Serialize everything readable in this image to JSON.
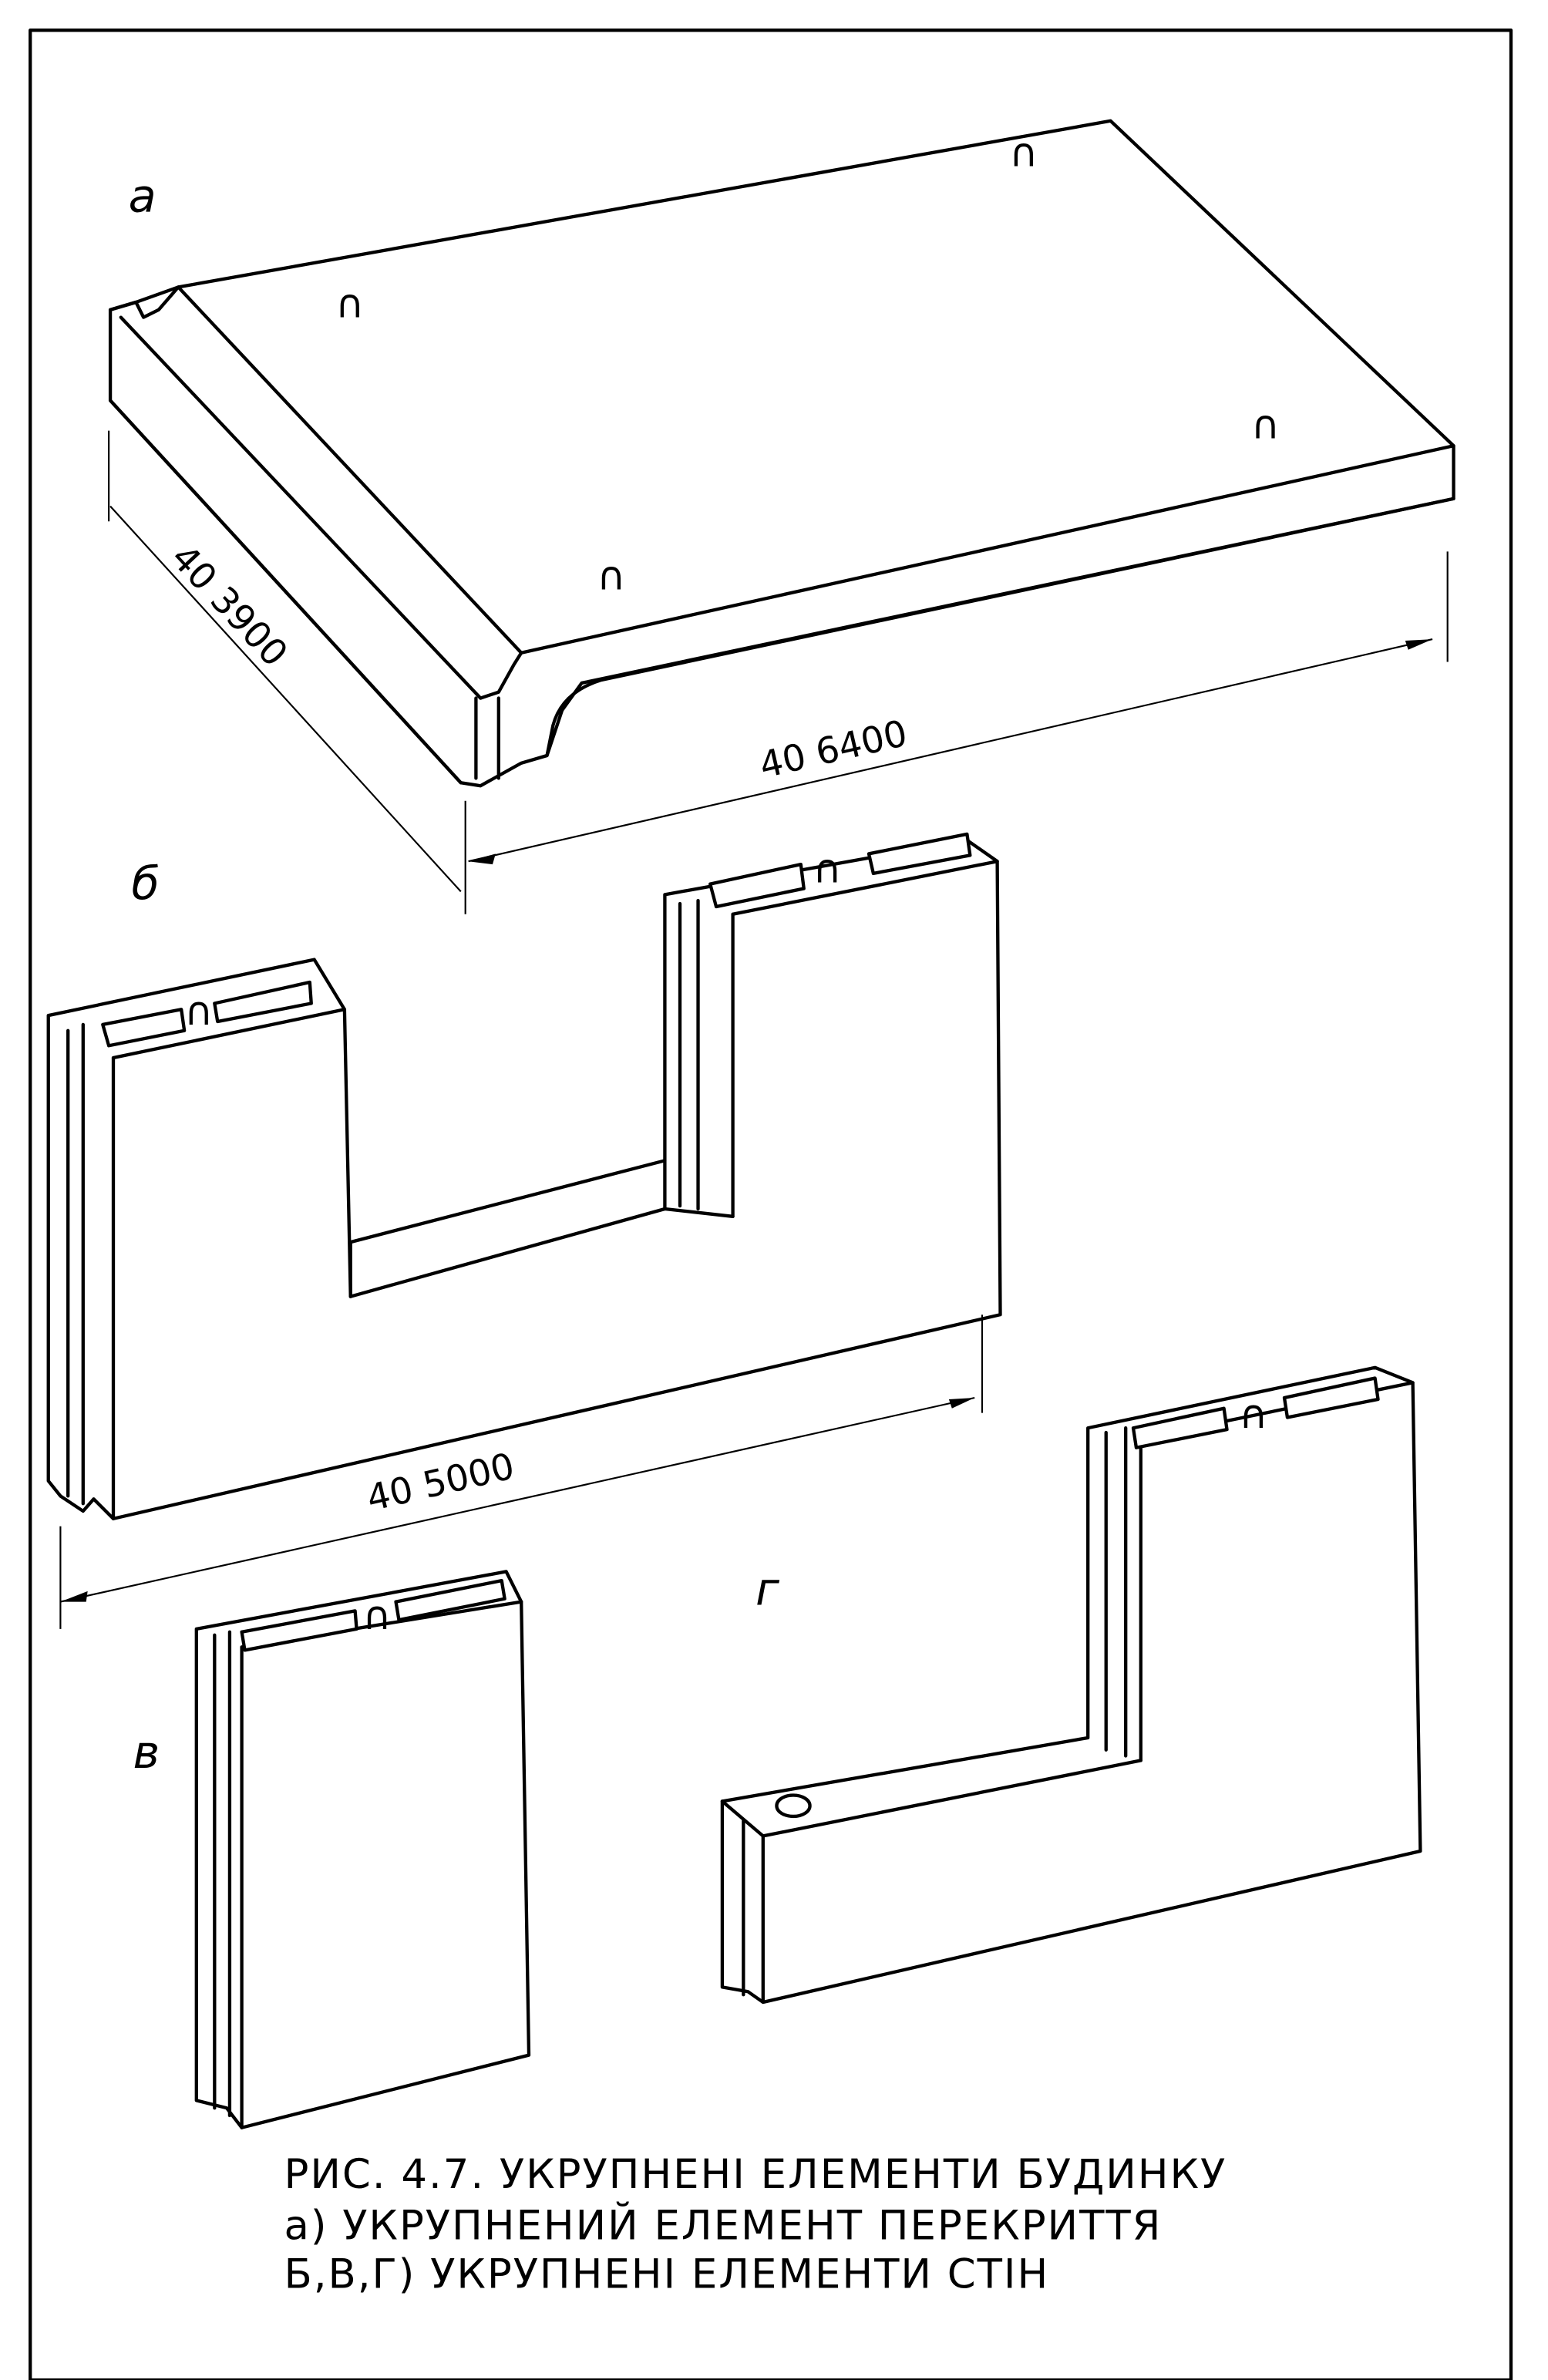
{
  "labels": {
    "a": "а",
    "b": "б",
    "v": "в",
    "g": "г"
  },
  "dimensions": {
    "slab_width": "40 3900",
    "slab_length": "40 6400",
    "panel_b_length": "40 5000"
  },
  "lifting_loop_glyph": "∩",
  "caption": {
    "line1": "РИС. 4.7. УКРУПНЕНІ ЕЛЕМЕНТИ БУДИНКУ",
    "line2": "а) УКРУПНЕНИЙ ЕЛЕМЕНТ ПЕРЕКРИТТЯ",
    "line3": "Б,В,Г) УКРУПНЕНІ ЕЛЕМЕНТИ СТІН"
  }
}
